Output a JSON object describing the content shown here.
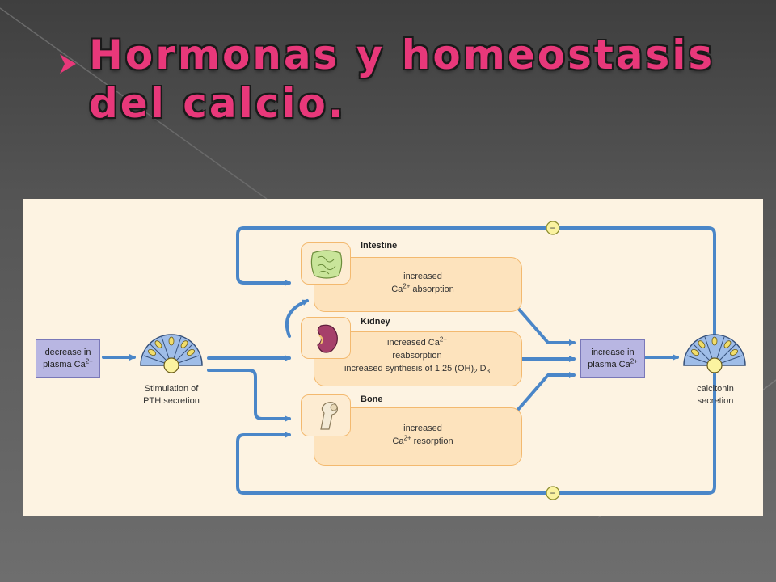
{
  "slide": {
    "title_line1": "Hormonas y homeostasis",
    "title_line2": "del calcio."
  },
  "colors": {
    "title": "#e8387a",
    "arrow": "#4a86c8",
    "effect_box": "#fde3bd",
    "stimulus_box": "#b8b6e2",
    "panel": "#fdf3e2"
  },
  "diagram": {
    "stimulus": {
      "line1": "decrease in",
      "line2": "plasma Ca",
      "sup": "2+"
    },
    "result": {
      "line1": "increase in",
      "line2": "plasma Ca",
      "sup": "2+"
    },
    "pth_gland": {
      "line1": "Stimulation of",
      "line2": "PTH secretion"
    },
    "calcitonin_gland": {
      "line1": "calcitonin",
      "line2": "secretion"
    },
    "feedback_sign": "−",
    "intestine": {
      "label": "Intestine",
      "line1": "increased",
      "line2_pre": "Ca",
      "line2_sup": "2+",
      "line2_post": " absorption"
    },
    "kidney": {
      "label": "Kidney",
      "line1_pre": "increased Ca",
      "line1_sup": "2+",
      "line2": "reabsorption",
      "line3_pre": "increased synthesis of 1,25 (OH)",
      "line3_sub": "2",
      "line3_post": " D",
      "line3_sub2": "3"
    },
    "bone": {
      "label": "Bone",
      "line1": "increased",
      "line2_pre": "Ca",
      "line2_sup": "2+",
      "line2_post": " resorption"
    }
  }
}
